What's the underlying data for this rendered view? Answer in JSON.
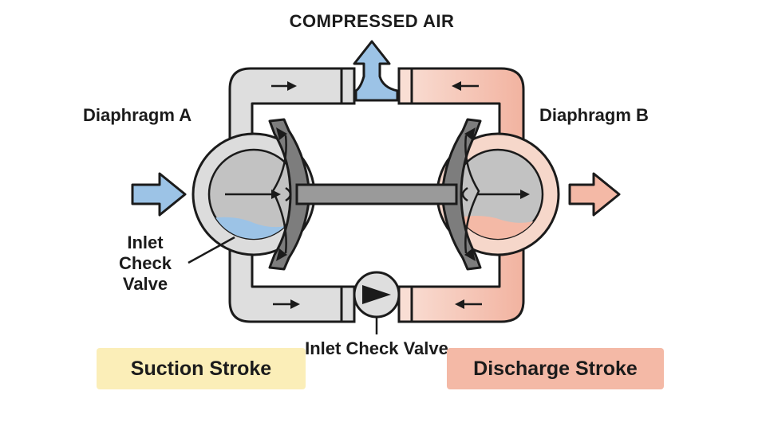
{
  "labels": {
    "compressed_air": "COMPRESSED AIR",
    "diaphragm_a": "Diaphragm A",
    "diaphragm_b": "Diaphragm B",
    "inlet_check_valve_left": "Inlet Check Valve",
    "inlet_check_valve_bottom": "Inlet Check Valve"
  },
  "strokes": {
    "suction": "Suction Stroke",
    "discharge": "Discharge Stroke"
  },
  "colors": {
    "suction_fluid": "#9cc3e6",
    "discharge_fluid": "#f4b9a6",
    "suction_label_bg": "#fbeeb8",
    "discharge_label_bg": "#f4b9a6",
    "housing": "#d9d9d9",
    "pipe": "#dedede",
    "diaphragm": "#7d7d7d",
    "outline": "#1b1b1b"
  },
  "icons": {
    "inlet": "inlet-arrow-icon",
    "outlet": "outlet-arrow-icon",
    "air": "compressed-air-arrow-icon",
    "valve": "check-valve-icon"
  }
}
